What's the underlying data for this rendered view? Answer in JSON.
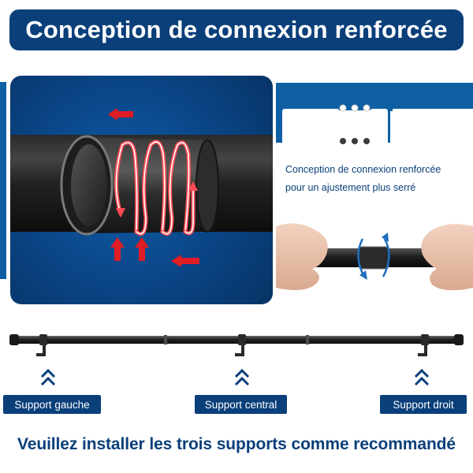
{
  "header": {
    "title": "Conception de connexion renforcée"
  },
  "description": {
    "line1": "Conception de connexion renforcée",
    "line2": "pour un ajustement plus serré"
  },
  "supports": {
    "left": "Support gauche",
    "center": "Support central",
    "right": "Support droit"
  },
  "footer": {
    "text": "Veuillez installer les trois supports comme recommandé"
  },
  "colors": {
    "brand_blue": "#0a3f7a",
    "accent_blue": "#0e5fa2",
    "arrow_red": "#e01c24"
  },
  "icons": {
    "red_arrow": "arrow-icon",
    "rotate": "rotate-arrows-icon",
    "chevrons": "double-chevron-up-icon"
  }
}
